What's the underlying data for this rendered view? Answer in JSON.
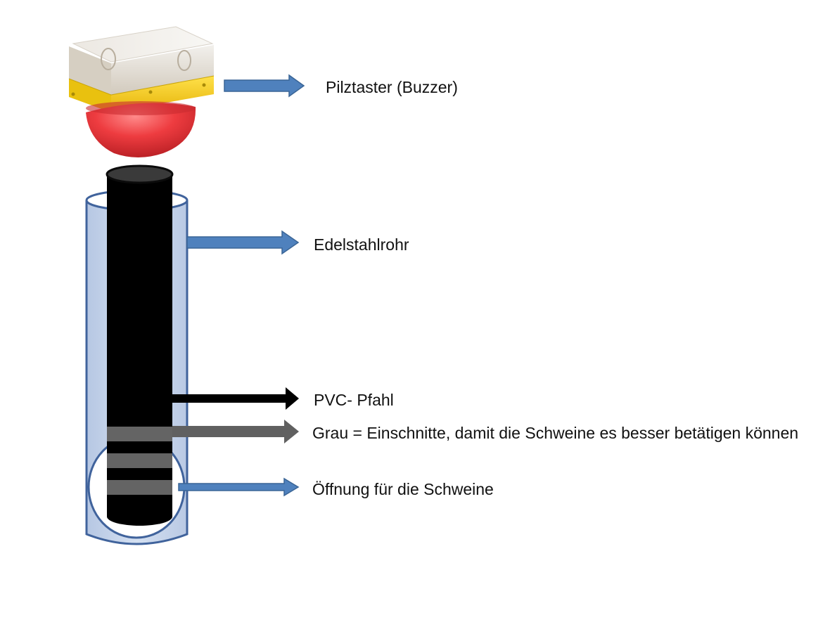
{
  "labels": {
    "buzzer": "Pilztaster (Buzzer)",
    "steel_pipe": "Edelstahlrohr",
    "pvc_post": "PVC- Pfahl",
    "grooves": "Grau = Einschnitte, damit die Schweine es besser betätigen können",
    "opening": "Öffnung für die Schweine"
  },
  "colors": {
    "arrow_blue": "#4f81bd",
    "arrow_blue_edge": "#3a6596",
    "arrow_black": "#000000",
    "arrow_gray": "#606060",
    "pipe_fill": "#c5d3ea",
    "pipe_stroke": "#40639c",
    "pvc_post": "#000000",
    "pvc_top": "#383838",
    "grooves": "#646464",
    "buzzer_housing": "#dcd6cb",
    "buzzer_ring": "#f5cf1c",
    "buzzer_dome": "#e0383c"
  },
  "icons": {
    "buzzer": "mushroom-push-button-icon",
    "steel_pipe": "steel-pipe-icon",
    "pvc_post": "pvc-post-icon"
  }
}
